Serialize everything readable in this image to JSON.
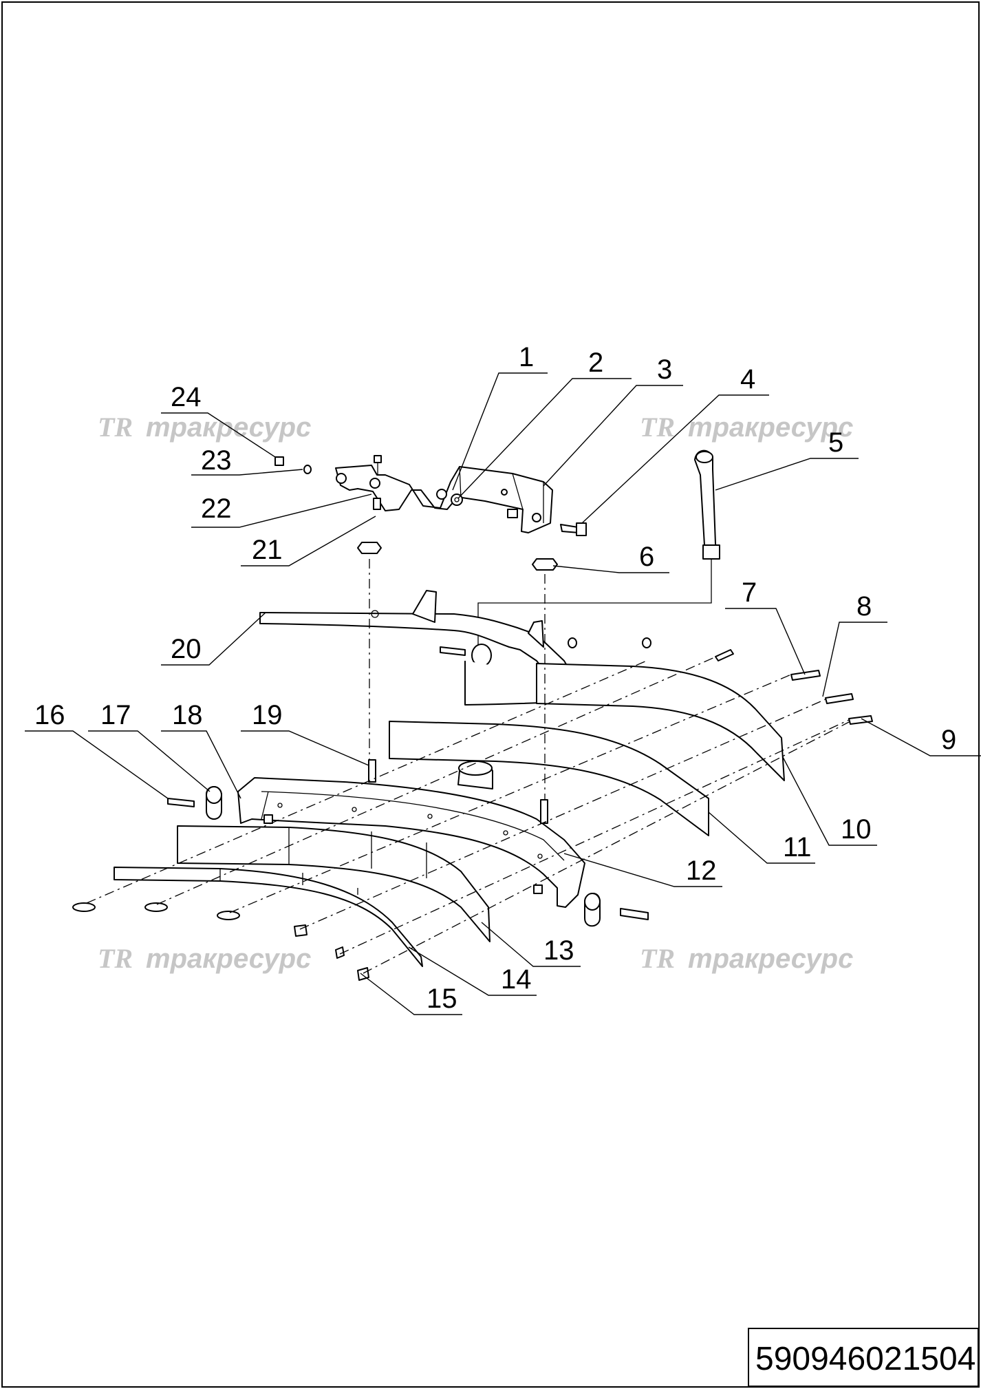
{
  "drawing": {
    "document_number": "590946021504",
    "watermark": "тракресурс",
    "watermark_logo": "TR",
    "callouts": [
      "1",
      "2",
      "3",
      "4",
      "5",
      "6",
      "7",
      "8",
      "9",
      "10",
      "11",
      "12",
      "13",
      "14",
      "15",
      "16",
      "17",
      "18",
      "19",
      "20",
      "21",
      "22",
      "23",
      "24"
    ]
  }
}
